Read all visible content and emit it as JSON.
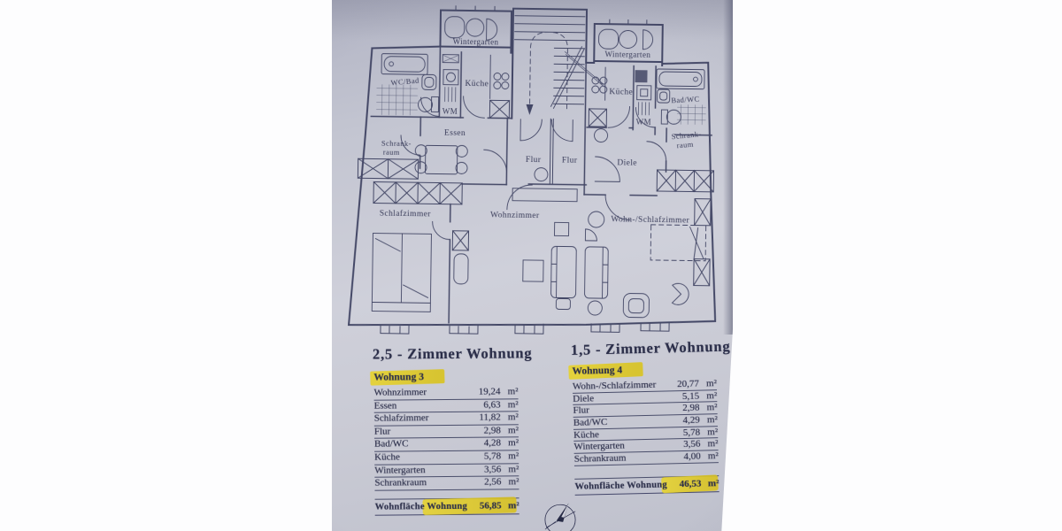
{
  "titles": {
    "left": "2,5 - Zimmer Wohnung",
    "right": "1,5 - Zimmer Wohnung"
  },
  "plan_labels": {
    "wintergarten_left": "Wintergarten",
    "wc_bad": "WC/Bad",
    "wm_left": "WM",
    "kueche_left": "Küche",
    "essen": "Essen",
    "schrank_left_1": "Schrank-",
    "schrank_left_2": "raum",
    "schlafzimmer": "Schlafzimmer",
    "wohnzimmer": "Wohnzimmer",
    "flur_left": "Flur",
    "flur_right": "Flur",
    "wintergarten_right": "Wintergarten",
    "kueche_right": "Küche",
    "wm_right": "WM",
    "bad_wc": "Bad/WC",
    "diele": "Diele",
    "schrank_right_1": "Schrank-",
    "schrank_right_2": "raum",
    "wohn_schlafzimmer": "Wohn-/Schlafzimmer"
  },
  "tables": [
    {
      "header": "Wohnung 3",
      "rows": [
        {
          "label": "Wohnzimmer",
          "value": "19,24",
          "unit": "m²"
        },
        {
          "label": "Essen",
          "value": "6,63",
          "unit": "m²"
        },
        {
          "label": "Schlafzimmer",
          "value": "11,82",
          "unit": "m²"
        },
        {
          "label": "Flur",
          "value": "2,98",
          "unit": "m²"
        },
        {
          "label": "Bad/WC",
          "value": "4,28",
          "unit": "m²"
        },
        {
          "label": "Küche",
          "value": "5,78",
          "unit": "m²"
        },
        {
          "label": "Wintergarten",
          "value": "3,56",
          "unit": "m²"
        },
        {
          "label": "Schrankraum",
          "value": "2,56",
          "unit": "m²"
        }
      ],
      "total": {
        "label": "Wohnfläche Wohnung 3",
        "value": "56,85",
        "unit": "m²"
      }
    },
    {
      "header": "Wohnung 4",
      "rows": [
        {
          "label": "Wohn-/Schlafzimmer",
          "value": "20,77",
          "unit": "m²"
        },
        {
          "label": "Diele",
          "value": "5,15",
          "unit": "m²"
        },
        {
          "label": "Flur",
          "value": "2,98",
          "unit": "m²"
        },
        {
          "label": "Bad/WC",
          "value": "4,29",
          "unit": "m²"
        },
        {
          "label": "Küche",
          "value": "5,78",
          "unit": "m²"
        },
        {
          "label": "Wintergarten",
          "value": "3,56",
          "unit": "m²"
        },
        {
          "label": "Schrankraum",
          "value": "4,00",
          "unit": "m²"
        }
      ],
      "total": {
        "label": "Wohnfläche Wohnung 4",
        "value": "46,53",
        "unit": "m²"
      }
    }
  ],
  "icons": {
    "compass": "compass-rose-icon"
  },
  "colors": {
    "highlight": "#e6d22b",
    "ink": "#2c2f4a",
    "line": "#3c4060",
    "paper": "#c9cad4"
  }
}
